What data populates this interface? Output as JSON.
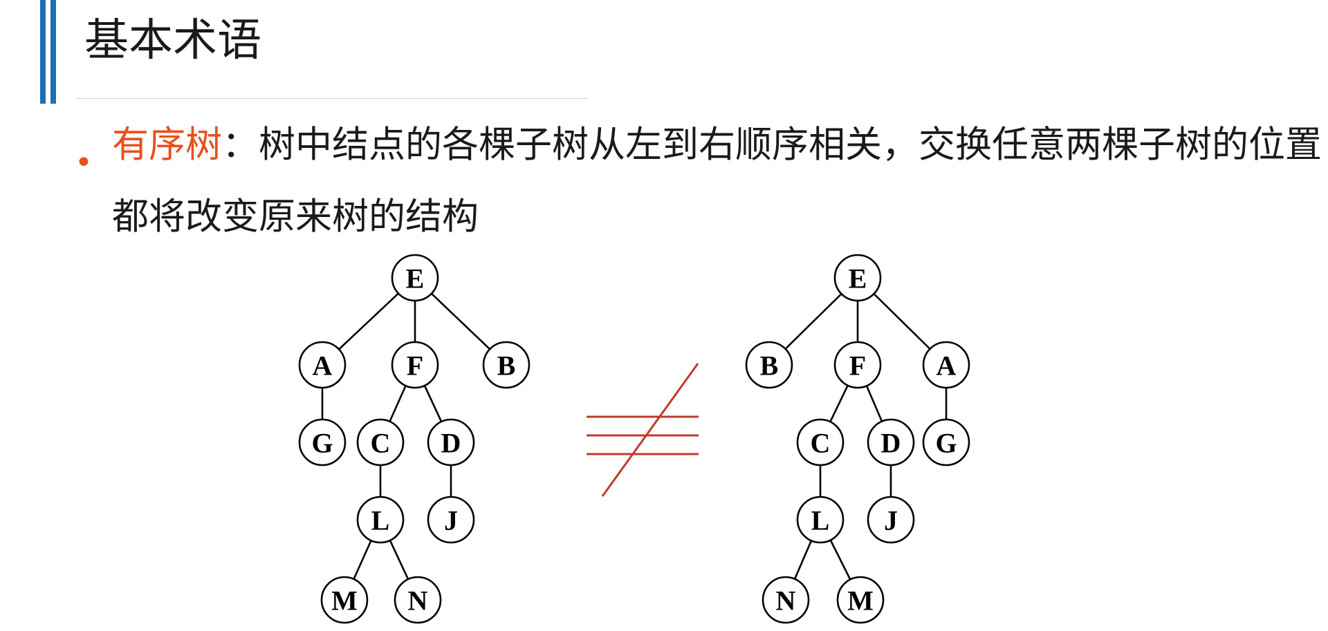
{
  "title": "基本术语",
  "bullet": {
    "term": "有序树",
    "text": "：树中结点的各棵子树从左到右顺序相关，交换任意两棵子树的位置都将改变原来树的结构"
  },
  "trees": [
    {
      "nodes": [
        {
          "label": "E",
          "children": [
            "A",
            "F",
            "B"
          ]
        },
        {
          "label": "A",
          "children": [
            "G"
          ]
        },
        {
          "label": "F",
          "children": [
            "C",
            "D"
          ]
        },
        {
          "label": "B",
          "children": []
        },
        {
          "label": "G",
          "children": []
        },
        {
          "label": "C",
          "children": [
            "L"
          ]
        },
        {
          "label": "D",
          "children": [
            "J"
          ]
        },
        {
          "label": "L",
          "children": [
            "M",
            "N"
          ]
        },
        {
          "label": "J",
          "children": []
        },
        {
          "label": "M",
          "children": []
        },
        {
          "label": "N",
          "children": []
        }
      ]
    },
    {
      "nodes": [
        {
          "label": "E",
          "children": [
            "B",
            "F",
            "A"
          ]
        },
        {
          "label": "B",
          "children": []
        },
        {
          "label": "F",
          "children": [
            "C",
            "D"
          ]
        },
        {
          "label": "A",
          "children": [
            "G"
          ]
        },
        {
          "label": "C",
          "children": [
            "L"
          ]
        },
        {
          "label": "D",
          "children": [
            "J"
          ]
        },
        {
          "label": "G",
          "children": []
        },
        {
          "label": "L",
          "children": [
            "N",
            "M"
          ]
        },
        {
          "label": "J",
          "children": []
        },
        {
          "label": "N",
          "children": []
        },
        {
          "label": "M",
          "children": []
        }
      ]
    }
  ],
  "relation_symbol": "not-identical-to",
  "colors": {
    "accent_bar": "#1f6fb2",
    "term": "#e8501a",
    "relation_symbol": "#c0392b"
  }
}
